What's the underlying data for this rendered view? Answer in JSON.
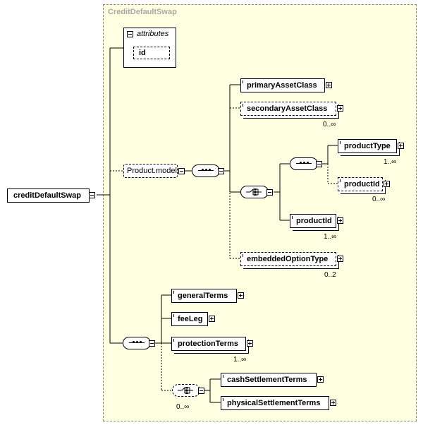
{
  "diagram": {
    "group_title": "CreditDefaultSwap",
    "root": "creditDefaultSwap",
    "attributes": {
      "label": "attributes",
      "items": [
        "id"
      ]
    },
    "group_ref": "Product.model",
    "elements": {
      "primaryAssetClass": "primaryAssetClass",
      "secondaryAssetClass": "secondaryAssetClass",
      "productType": "productType",
      "productId_optional": "productId",
      "productId": "productId",
      "embeddedOptionType": "embeddedOptionType",
      "generalTerms": "generalTerms",
      "feeLeg": "feeLeg",
      "protectionTerms": "protectionTerms",
      "cashSettlementTerms": "cashSettlementTerms",
      "physicalSettlementTerms": "physicalSettlementTerms"
    },
    "cardinalities": {
      "secondaryAssetClass": "0..∞",
      "productType": "1..∞",
      "productId_optional": "0..∞",
      "productId": "1..∞",
      "embeddedOptionType": "0..2",
      "protectionTerms": "1..∞",
      "settlementChoice": "0..∞"
    }
  }
}
